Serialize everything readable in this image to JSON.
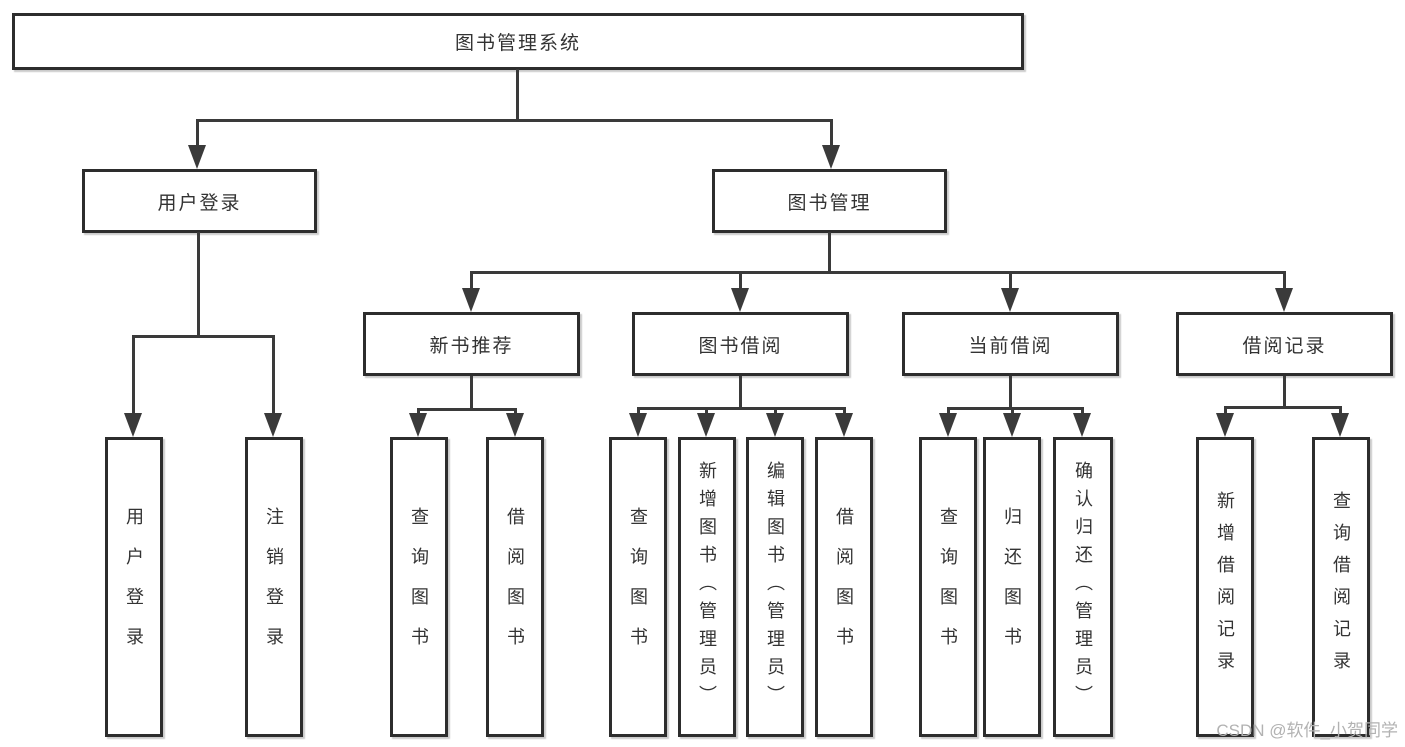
{
  "diagram": {
    "type": "hierarchy-tree",
    "root": {
      "label": "图书管理系统"
    },
    "level2": [
      {
        "label": "用户登录"
      },
      {
        "label": "图书管理"
      }
    ],
    "level3": [
      {
        "label": "新书推荐",
        "parent": "图书管理"
      },
      {
        "label": "图书借阅",
        "parent": "图书管理"
      },
      {
        "label": "当前借阅",
        "parent": "图书管理"
      },
      {
        "label": "借阅记录",
        "parent": "图书管理"
      }
    ],
    "leaves": [
      {
        "label": "用户登录",
        "parent": "用户登录"
      },
      {
        "label": "注销登录",
        "parent": "用户登录"
      },
      {
        "label": "查询图书",
        "parent": "新书推荐"
      },
      {
        "label": "借阅图书",
        "parent": "新书推荐"
      },
      {
        "label": "查询图书",
        "parent": "图书借阅"
      },
      {
        "label": "新增图书（管理员）",
        "parent": "图书借阅"
      },
      {
        "label": "编辑图书（管理员）",
        "parent": "图书借阅"
      },
      {
        "label": "借阅图书",
        "parent": "图书借阅"
      },
      {
        "label": "查询图书",
        "parent": "当前借阅"
      },
      {
        "label": "归还图书",
        "parent": "当前借阅"
      },
      {
        "label": "确认归还（管理员）",
        "parent": "当前借阅"
      },
      {
        "label": "新增借阅记录",
        "parent": "借阅记录"
      },
      {
        "label": "查询借阅记录",
        "parent": "借阅记录"
      }
    ]
  },
  "watermark": {
    "text": "CSDN @软件_小贺同学"
  },
  "colors": {
    "background": "#ffffff",
    "box_border": "#2d2d2d",
    "line": "#3a3a3a",
    "text": "#333333",
    "watermark": "#b2b2b2"
  }
}
